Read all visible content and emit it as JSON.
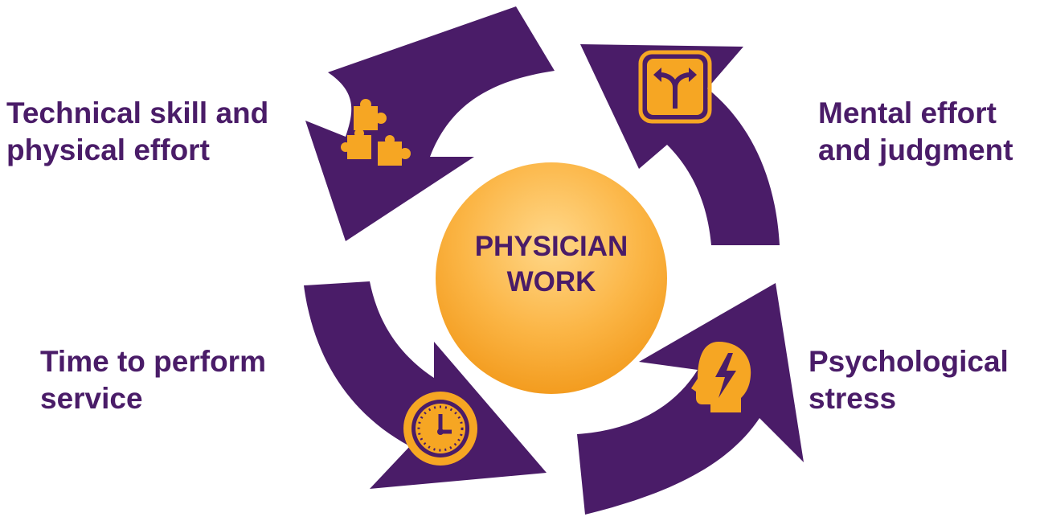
{
  "center": {
    "line1": "PHYSICIAN",
    "line2": "WORK"
  },
  "components": [
    {
      "id": "technical",
      "line1": "Technical skill and",
      "line2": "physical effort",
      "icon": "puzzle-icon"
    },
    {
      "id": "mental",
      "line1": "Mental effort",
      "line2": "and judgment",
      "icon": "fork-arrows-icon"
    },
    {
      "id": "time",
      "line1": "Time to perform",
      "line2": "service",
      "icon": "clock-icon"
    },
    {
      "id": "stress",
      "line1": "Psychological",
      "line2": "stress",
      "icon": "head-lightning-icon"
    }
  ],
  "colors": {
    "arrow": "#4a1c68",
    "accent": "#f6a623",
    "circle_light": "#ffd27a",
    "text": "#4a1c68"
  }
}
